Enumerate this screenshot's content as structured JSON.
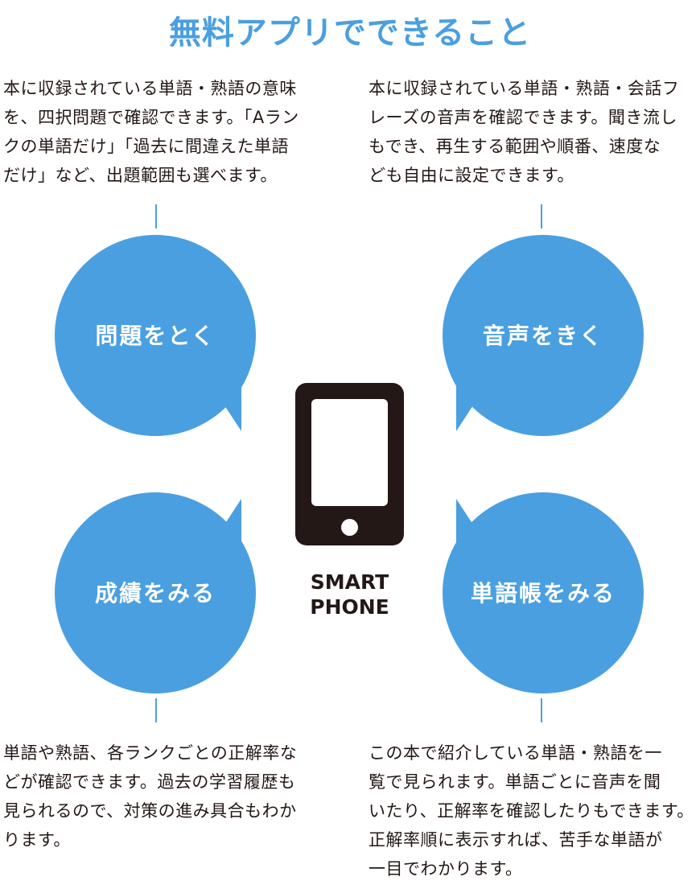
{
  "title": "無料アプリでできること",
  "device": {
    "label_line1": "SMART",
    "label_line2": "PHONE"
  },
  "features": [
    {
      "label": "問題をとく",
      "description": [
        "本に収録されている単語・熟語の意味",
        "を、四択問題で確認できます。「Aラン",
        "クの単語だけ」「過去に間違えた単語",
        "だけ」など、出題範囲も選べます。"
      ]
    },
    {
      "label": "音声をきく",
      "description": [
        "本に収録されている単語・熟語・会話フ",
        "レーズの音声を確認できます。聞き流し",
        "もでき、再生する範囲や順番、速度な",
        "ども自由に設定できます。"
      ]
    },
    {
      "label": "成績をみる",
      "description": [
        "単語や熟語、各ランクごとの正解率な",
        "どが確認できます。過去の学習履歴も",
        "見られるので、対策の進み具合もわか",
        "ります。"
      ]
    },
    {
      "label": "単語帳をみる",
      "description": [
        "この本で紹介している単語・熟語を一",
        "覧で見られます。単語ごとに音声を聞",
        "いたり、正解率を確認したりもできます。",
        "正解率順に表示すれば、苦手な単語が",
        "一目でわかります。"
      ]
    }
  ],
  "colors": {
    "accent": "#4a9fe0",
    "text": "#231815",
    "phone": "#231815"
  }
}
